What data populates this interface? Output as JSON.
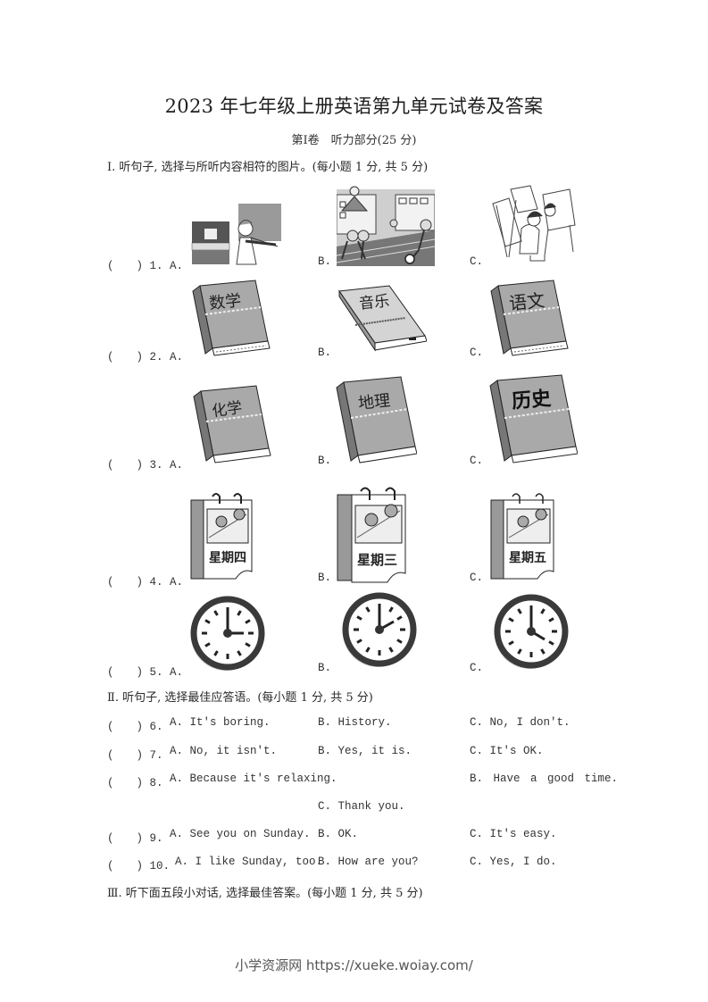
{
  "document": {
    "title": "2023 年七年级上册英语第九单元试卷及答案",
    "subtitle": "第Ⅰ卷　听力部分(25 分)",
    "footer": "小学资源网 https://xueke.woiay.com/"
  },
  "section1": {
    "heading": "Ⅰ. 听句子, 选择与所听内容相符的图片。(每小题 1 分, 共 5 分)",
    "questions": [
      {
        "num": "(　　) 1. A.",
        "b": "B.",
        "c": "C.",
        "images": [
          "piano-and-violin-picture",
          "children-playing-soccer-picture",
          "children-painting-picture"
        ]
      },
      {
        "num": "(　　) 2. A.",
        "b": "B.",
        "c": "C.",
        "books": [
          "数学",
          "音乐",
          "语文"
        ]
      },
      {
        "num": "(　　) 3. A.",
        "b": "B.",
        "c": "C.",
        "books": [
          "化学",
          "地理",
          "历史"
        ]
      },
      {
        "num": "(　　) 4. A.",
        "b": "B.",
        "c": "C.",
        "calendars": [
          "星期四",
          "星期三",
          "星期五"
        ]
      },
      {
        "num": "(　　) 5. A.",
        "b": "B.",
        "c": "C.",
        "clocks": [
          "3:00",
          "2:00",
          "4:00"
        ]
      }
    ]
  },
  "section2": {
    "heading": "Ⅱ. 听句子, 选择最佳应答语。(每小题 1 分, 共 5 分)",
    "questions": [
      {
        "num": "(　　) 6.",
        "a": "A. It's boring.",
        "b": "B. History.",
        "c": "C. No, I don't."
      },
      {
        "num": "(　　) 7.",
        "a": "A. No, it isn't.",
        "b": "B. Yes, it is.",
        "c": "C. It's OK."
      },
      {
        "num": "(　　) 8.",
        "a": "A. Because it's relaxing.",
        "b": "B. Have a good time.",
        "c": "C. Thank you."
      },
      {
        "num": "(　　) 9.",
        "a": "A. See you on Sunday.",
        "b": "B. OK.",
        "c": "C. It's easy."
      },
      {
        "num": "(　　) 10.",
        "a": "A. I like Sunday, too.",
        "b": "B. How are you?",
        "c": "C. Yes, I do."
      }
    ]
  },
  "section3": {
    "heading": "Ⅲ. 听下面五段小对话, 选择最佳答案。(每小题 1 分, 共 5 分)"
  }
}
